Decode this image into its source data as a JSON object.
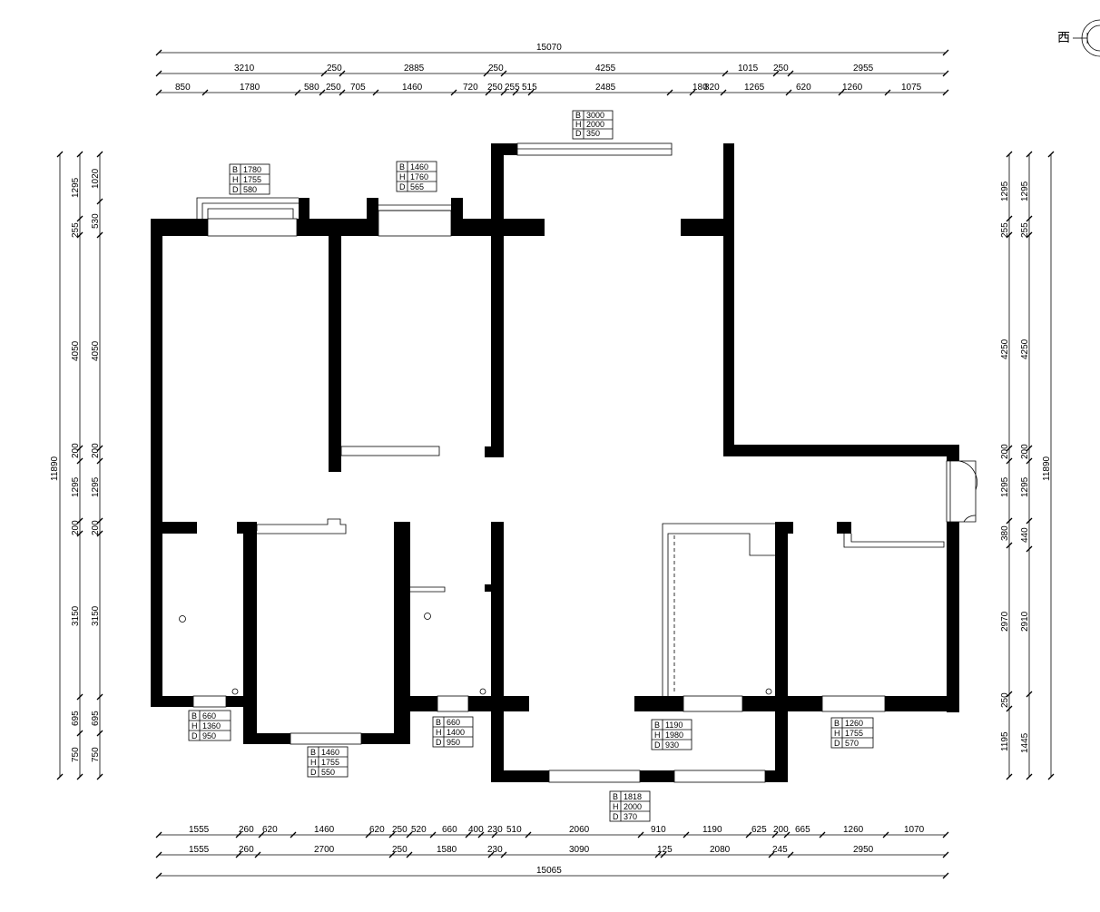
{
  "compass": {
    "label": "西"
  },
  "dimensions": {
    "top_total": "15070",
    "top_row2": [
      "3210",
      "250",
      "2885",
      "250",
      "4255",
      "1015",
      "250",
      "2955"
    ],
    "top_row3": [
      "850",
      "1780",
      "580",
      "250",
      "705",
      "1460",
      "720",
      "250",
      "255",
      "515",
      "2485",
      "180",
      "820",
      "1265",
      "620",
      "1260",
      "1075"
    ],
    "bottom_row1": [
      "1555",
      "260",
      "620",
      "1460",
      "620",
      "250",
      "520",
      "660",
      "400",
      "230",
      "510",
      "2060",
      "910",
      "1190",
      "625",
      "200",
      "665",
      "1260",
      "1070"
    ],
    "bottom_row2": [
      "1555",
      "260",
      "2700",
      "250",
      "1580",
      "230",
      "3090",
      "125",
      "2080",
      "245",
      "2950"
    ],
    "bottom_total": "15065",
    "left_outer": [
      "1295",
      "255",
      "4050",
      "200",
      "1295",
      "200",
      "3150",
      "695",
      "750"
    ],
    "left_inner": [
      "1020",
      "530",
      "4050",
      "200",
      "1295",
      "200",
      "3150",
      "695",
      "750"
    ],
    "left_total": "11890",
    "right_outer": [
      "1295",
      "255",
      "4250",
      "200",
      "1295",
      "380",
      "2970",
      "250",
      "1195"
    ],
    "right_inner": [
      "1295",
      "255",
      "4250",
      "200",
      "1295",
      "440",
      "2910",
      "1445"
    ],
    "right_total": "11890"
  },
  "window_tags": [
    {
      "id": "w-top-balcony",
      "b": "3000",
      "h": "2000",
      "d": "350"
    },
    {
      "id": "w-top-left",
      "b": "1780",
      "h": "1755",
      "d": "580"
    },
    {
      "id": "w-top-mid",
      "b": "1460",
      "h": "1760",
      "d": "565"
    },
    {
      "id": "w-bot-1",
      "b": "660",
      "h": "1360",
      "d": "950"
    },
    {
      "id": "w-bot-2",
      "b": "1460",
      "h": "1755",
      "d": "550"
    },
    {
      "id": "w-bot-3",
      "b": "660",
      "h": "1400",
      "d": "950"
    },
    {
      "id": "w-bot-4",
      "b": "1190",
      "h": "1980",
      "d": "930"
    },
    {
      "id": "w-bot-5",
      "b": "1260",
      "h": "1755",
      "d": "570"
    },
    {
      "id": "w-bot-balcony",
      "b": "1818",
      "h": "2000",
      "d": "370"
    }
  ],
  "tag_letters": {
    "b": "B",
    "h": "H",
    "d": "D"
  }
}
